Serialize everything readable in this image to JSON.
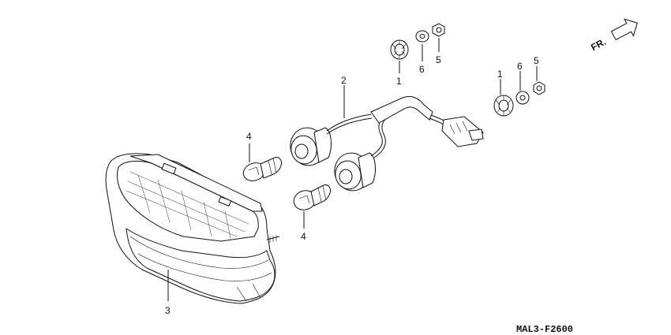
{
  "diagram": {
    "callouts": {
      "grommet_top": "1",
      "washer_top": "6",
      "nut_top": "5",
      "harness": "2",
      "grommet_right": "1",
      "washer_right": "6",
      "nut_right": "5",
      "bulb_upper": "4",
      "bulb_lower": "4",
      "lamp_housing": "3"
    },
    "direction_label": "FR.",
    "figure_code": "MAL3-F2600"
  }
}
